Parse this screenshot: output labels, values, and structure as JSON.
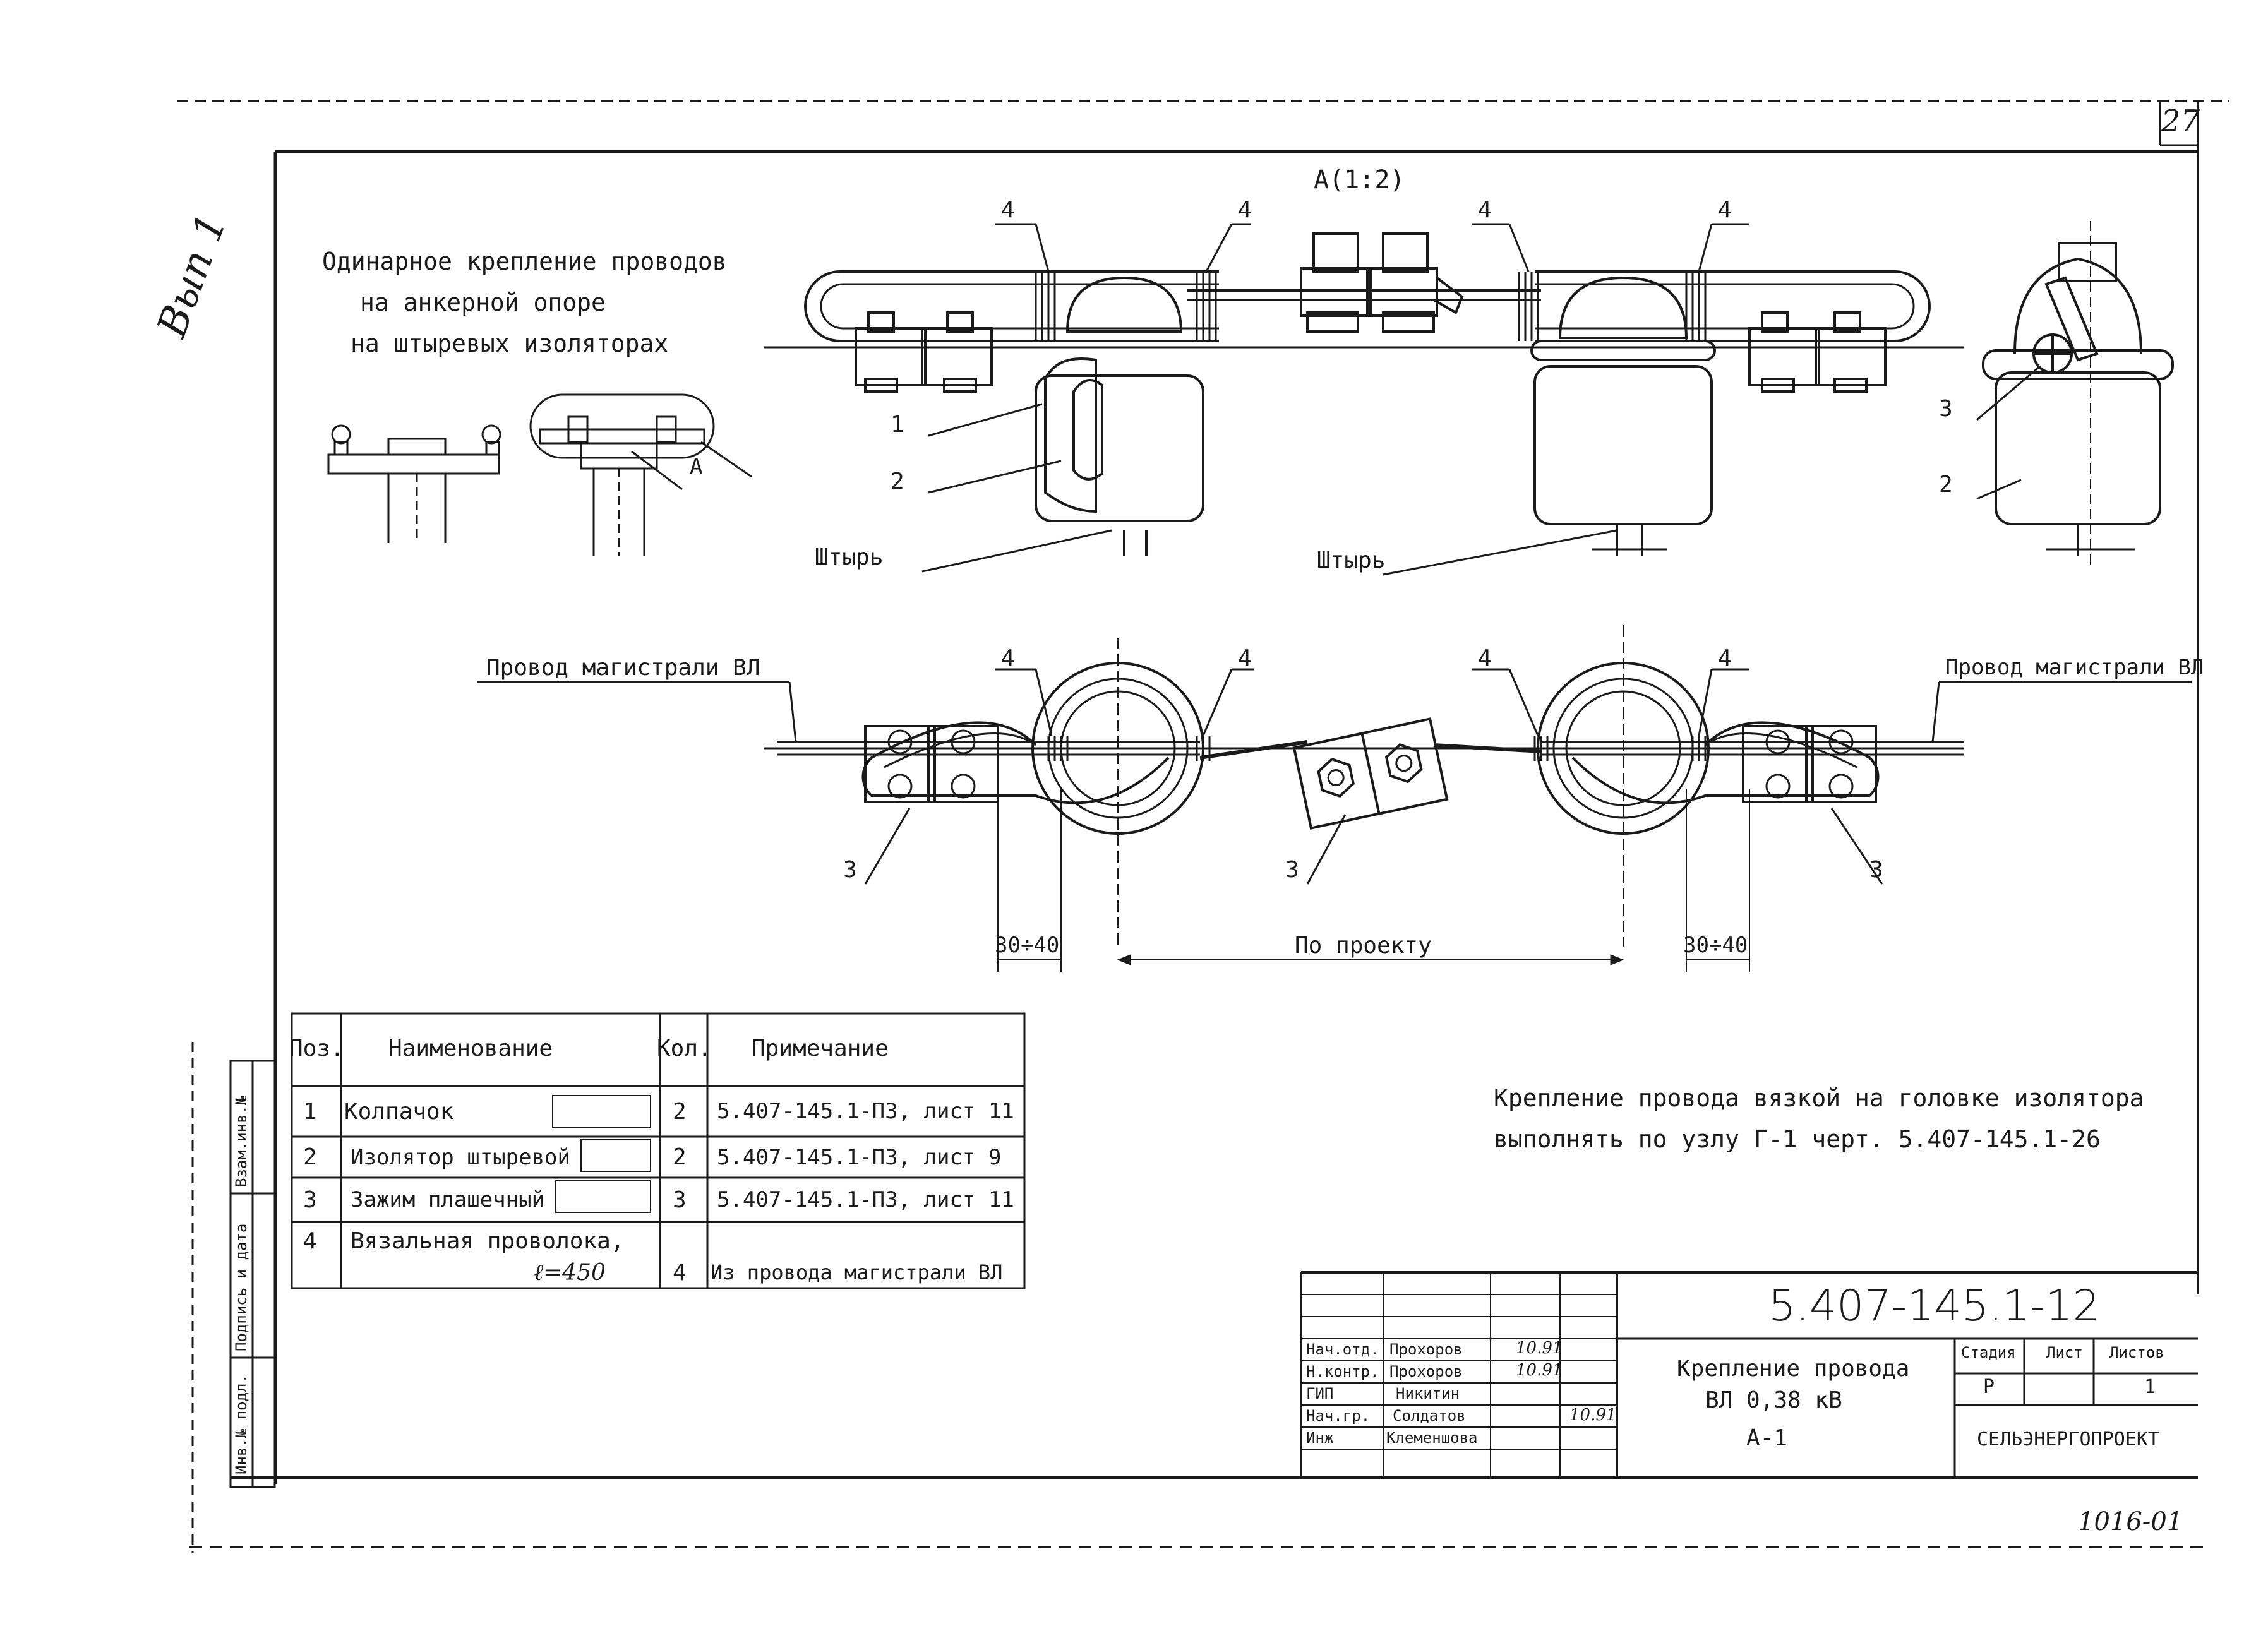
{
  "sheet": {
    "page_number": "27",
    "margin_note": "Вып 1",
    "bottom_stamp": "1016-01"
  },
  "drawing": {
    "view_title": "А(1:2)",
    "overview_caption": [
      "Одинарное крепление проводов",
      "на анкерной опоре",
      "на штыревых изоляторах"
    ],
    "overview_callout": "А",
    "label_pin_left": "Штырь",
    "label_pin_right": "Штырь",
    "wire_label_left": "Провод магистрали ВЛ",
    "wire_label_right": "Провод магистрали ВЛ",
    "dim_left": "30÷40",
    "dim_center": "По проекту",
    "dim_right": "30÷40",
    "callouts": {
      "wrap": "4",
      "cap": "1",
      "insulator": "2",
      "clamp": "3"
    }
  },
  "note": {
    "line1": "Крепление провода вязкой на головке изолятора",
    "line2": "выполнять по узлу Г-1 черт. 5.407-145.1-26"
  },
  "spec_table": {
    "headers": {
      "pos": "Поз.",
      "name": "Наименование",
      "qty": "Кол.",
      "note": "Примечание"
    },
    "rows": [
      {
        "pos": "1",
        "name": "Колпачок",
        "qty": "2",
        "note": "5.407-145.1-ПЗ, лист 11"
      },
      {
        "pos": "2",
        "name": "Изолятор штыревой",
        "qty": "2",
        "note": "5.407-145.1-ПЗ, лист 9"
      },
      {
        "pos": "3",
        "name": "Зажим плашечный",
        "qty": "3",
        "note": "5.407-145.1-ПЗ, лист 11"
      },
      {
        "pos": "4",
        "name": "Вязальная проволока,",
        "name2": "ℓ=450",
        "qty": "4",
        "note": "Из провода магистрали ВЛ"
      }
    ]
  },
  "left_strip": [
    "Взам.инв.№",
    "Подпись и дата",
    "Инв.№ подл."
  ],
  "title_block": {
    "doc_code": "5.407-145.1-12",
    "roles": [
      "Нач.отд.",
      "Н.контр.",
      "ГИП",
      "Нач.гр.",
      "Инж"
    ],
    "names": [
      "Прохоров",
      "Прохоров",
      "Никитин",
      "Солдатов",
      "Клеменшова"
    ],
    "dates": [
      "10.91",
      "10.91",
      "",
      "10.91",
      ""
    ],
    "title": [
      "Крепление провода",
      "ВЛ 0,38 кВ",
      "А-1"
    ],
    "stage_label": "Стадия",
    "sheet_label": "Лист",
    "sheets_label": "Листов",
    "stage": "Р",
    "sheets": "1",
    "organization": "СЕЛЬЭНЕРГОПРОЕКТ"
  }
}
